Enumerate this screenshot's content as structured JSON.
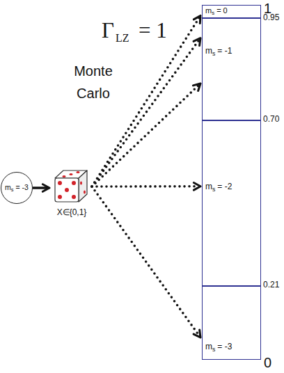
{
  "diagram": {
    "nodes": [
      {
        "text": [
          "m",
          "s",
          "= -3"
        ]
      },
      {
        "text": [
          "X∈{0,1}"
        ]
      },
      {
        "text": [
          "m",
          "s",
          "= 0"
        ]
      },
      {
        "text": [
          "m",
          "s",
          "= -1"
        ]
      },
      {
        "text": [
          "m",
          "s",
          "= -2"
        ]
      },
      {
        "text": [
          "m",
          "s",
          "= -3"
        ]
      }
    ],
    "edges": [
      {
        "from": 0,
        "to": 1,
        "arrow": "to"
      },
      {
        "from": 1,
        "to": 2,
        "arrow": "to"
      },
      {
        "from": 1,
        "to": 3,
        "arrow": "to"
      },
      {
        "from": 1,
        "to": 3,
        "arrow": "to"
      },
      {
        "from": 1,
        "to": 4,
        "arrow": "to"
      },
      {
        "from": 1,
        "to": 5,
        "arrow": "to"
      }
    ],
    "labels": [
      "Γ",
      "LZ",
      "= 1",
      "Monte Carlo",
      "1",
      "0.95",
      "0.70",
      "0.21",
      "0"
    ]
  }
}
